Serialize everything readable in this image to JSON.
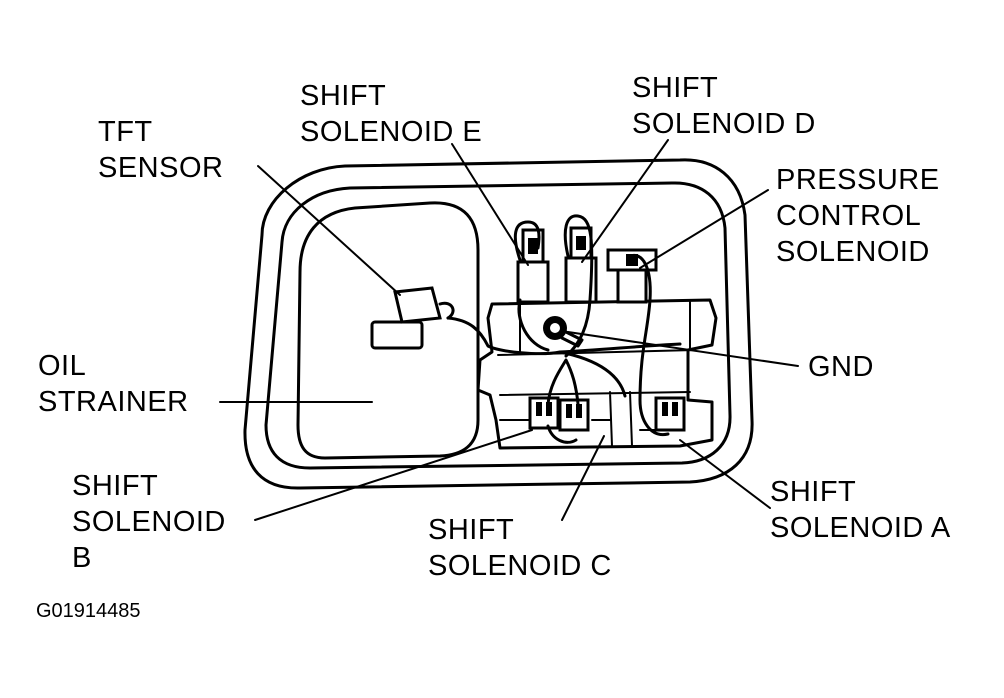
{
  "labels": {
    "tft_sensor": [
      "TFT",
      "SENSOR"
    ],
    "shift_solenoid_e": [
      "SHIFT",
      "SOLENOID E"
    ],
    "shift_solenoid_d": [
      "SHIFT",
      "SOLENOID D"
    ],
    "pressure_control_solenoid": [
      "PRESSURE",
      "CONTROL",
      "SOLENOID"
    ],
    "gnd": [
      "GND"
    ],
    "oil_strainer": [
      "OIL",
      "STRAINER"
    ],
    "shift_solenoid_b": [
      "SHIFT",
      "SOLENOID",
      "B"
    ],
    "shift_solenoid_c": [
      "SHIFT",
      "SOLENOID C"
    ],
    "shift_solenoid_a": [
      "SHIFT",
      "SOLENOID A"
    ]
  },
  "figure_code": "G01914485",
  "colors": {
    "ink": "#000000",
    "background": "#ffffff"
  }
}
